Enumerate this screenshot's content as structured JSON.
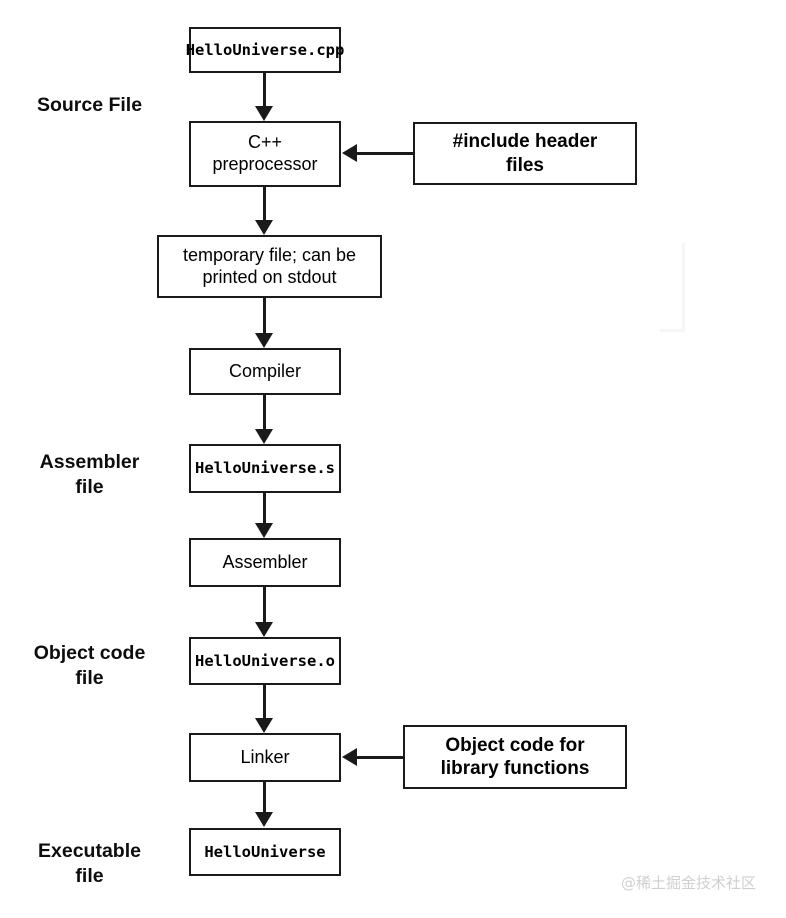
{
  "diagram": {
    "title": "C++ compilation pipeline",
    "accent_color": "#1a1a1a",
    "background_color": "#ffffff"
  },
  "stage_labels": [
    {
      "id": "source-file",
      "text": "Source File"
    },
    {
      "id": "assembler-file",
      "text": "Assembler\nfile"
    },
    {
      "id": "object-code-file",
      "text": "Object code\nfile"
    },
    {
      "id": "executable-file",
      "text": "Executable\nfile"
    }
  ],
  "nodes": {
    "source": {
      "text": "HelloUniverse.cpp",
      "style": "mono"
    },
    "preprocessor": {
      "text": "C++\npreprocessor",
      "style": "sans"
    },
    "include_headers": {
      "text": "#include header\nfiles",
      "style": "sans-bold"
    },
    "temp_file": {
      "text": "temporary file; can be\nprinted on stdout",
      "style": "sans"
    },
    "compiler": {
      "text": "Compiler",
      "style": "sans"
    },
    "assembly": {
      "text": "HelloUniverse.s",
      "style": "mono"
    },
    "assembler": {
      "text": "Assembler",
      "style": "sans"
    },
    "object": {
      "text": "HelloUniverse.o",
      "style": "mono"
    },
    "linker": {
      "text": "Linker",
      "style": "sans"
    },
    "library_objects": {
      "text": "Object code for\nlibrary functions",
      "style": "sans-bold"
    },
    "executable": {
      "text": "HelloUniverse",
      "style": "mono"
    }
  },
  "watermark": {
    "text": "@稀土掘金技术社区"
  }
}
